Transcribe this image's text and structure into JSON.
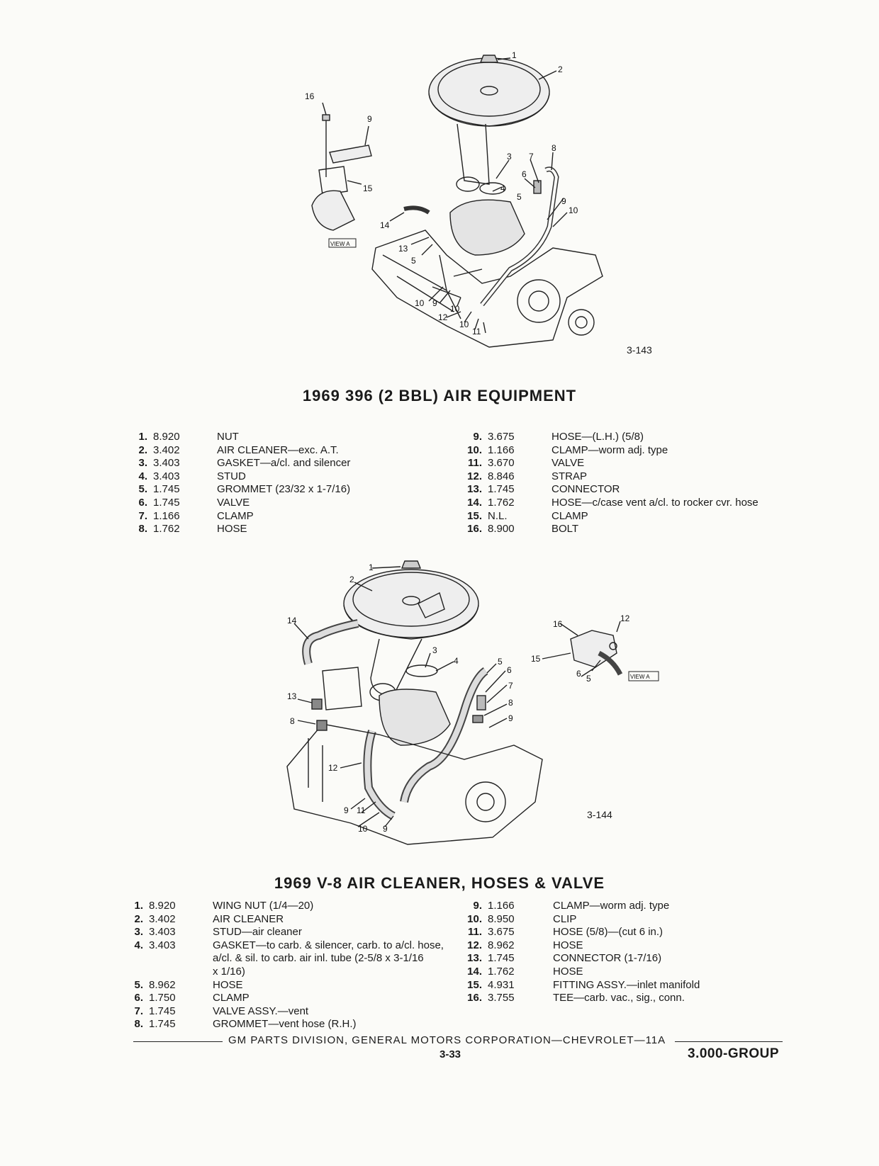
{
  "figure1": {
    "number": "3-143",
    "title": "1969 396 (2 BBL) AIR EQUIPMENT",
    "view_tag": "VIEW A",
    "callouts": [
      "1",
      "2",
      "3",
      "4",
      "5",
      "5",
      "6",
      "7",
      "8",
      "9",
      "9",
      "10",
      "10",
      "10",
      "11",
      "12",
      "13",
      "14",
      "15",
      "16",
      "9",
      "10"
    ]
  },
  "table1": {
    "left": [
      {
        "no": "1.",
        "code": "8.920",
        "desc": "NUT"
      },
      {
        "no": "2.",
        "code": "3.402",
        "desc": "AIR CLEANER—exc. A.T."
      },
      {
        "no": "3.",
        "code": "3.403",
        "desc": "GASKET—a/cl. and silencer"
      },
      {
        "no": "4.",
        "code": "3.403",
        "desc": "STUD"
      },
      {
        "no": "5.",
        "code": "1.745",
        "desc": "GROMMET (23/32 x 1-7/16)"
      },
      {
        "no": "6.",
        "code": "1.745",
        "desc": "VALVE"
      },
      {
        "no": "7.",
        "code": "1.166",
        "desc": "CLAMP"
      },
      {
        "no": "8.",
        "code": "1.762",
        "desc": "HOSE"
      }
    ],
    "right": [
      {
        "no": "9.",
        "code": "3.675",
        "desc": "HOSE—(L.H.) (5/8)"
      },
      {
        "no": "10.",
        "code": "1.166",
        "desc": "CLAMP—worm adj. type"
      },
      {
        "no": "11.",
        "code": "3.670",
        "desc": "VALVE"
      },
      {
        "no": "12.",
        "code": "8.846",
        "desc": "STRAP"
      },
      {
        "no": "13.",
        "code": "1.745",
        "desc": "CONNECTOR"
      },
      {
        "no": "14.",
        "code": "1.762",
        "desc": "HOSE—c/case vent a/cl. to rocker cvr. hose"
      },
      {
        "no": "15.",
        "code": "N.L.",
        "desc": "CLAMP"
      },
      {
        "no": "16.",
        "code": "8.900",
        "desc": "BOLT"
      }
    ]
  },
  "figure2": {
    "number": "3-144",
    "title": "1969 V-8 AIR CLEANER, HOSES & VALVE",
    "view_tag": "VIEW A",
    "callouts": [
      "1",
      "2",
      "3",
      "4",
      "5",
      "6",
      "7",
      "8",
      "9",
      "9",
      "9",
      "10",
      "11",
      "12",
      "13",
      "14",
      "8",
      "16",
      "12",
      "15",
      "6",
      "5"
    ]
  },
  "table2": {
    "left": [
      {
        "no": "1.",
        "code": "8.920",
        "desc": "WING NUT (1/4—20)"
      },
      {
        "no": "2.",
        "code": "3.402",
        "desc": "AIR CLEANER"
      },
      {
        "no": "3.",
        "code": "3.403",
        "desc": "STUD—air cleaner"
      },
      {
        "no": "4.",
        "code": "3.403",
        "desc": "GASKET—to carb. & silencer, carb. to a/cl. hose,"
      },
      {
        "no": "",
        "code": "",
        "desc": "a/cl. & sil. to carb. air inl. tube (2-5/8 x 3-1/16"
      },
      {
        "no": "",
        "code": "",
        "desc": "x 1/16)"
      },
      {
        "no": "5.",
        "code": "8.962",
        "desc": "HOSE"
      },
      {
        "no": "6.",
        "code": "1.750",
        "desc": "CLAMP"
      },
      {
        "no": "7.",
        "code": "1.745",
        "desc": "VALVE ASSY.—vent"
      },
      {
        "no": "8.",
        "code": "1.745",
        "desc": "GROMMET—vent hose (R.H.)"
      }
    ],
    "right": [
      {
        "no": "9.",
        "code": "1.166",
        "desc": "CLAMP—worm adj. type"
      },
      {
        "no": "10.",
        "code": "8.950",
        "desc": "CLIP"
      },
      {
        "no": "11.",
        "code": "3.675",
        "desc": "HOSE (5/8)—(cut 6 in.)"
      },
      {
        "no": "12.",
        "code": "8.962",
        "desc": "HOSE"
      },
      {
        "no": "13.",
        "code": "1.745",
        "desc": "CONNECTOR (1-7/16)"
      },
      {
        "no": "14.",
        "code": "1.762",
        "desc": "HOSE"
      },
      {
        "no": "15.",
        "code": "4.931",
        "desc": "FITTING ASSY.—inlet manifold"
      },
      {
        "no": "16.",
        "code": "3.755",
        "desc": "TEE—carb. vac., sig., conn."
      }
    ]
  },
  "footer": {
    "text": "GM PARTS DIVISION, GENERAL MOTORS CORPORATION—CHEVROLET—11A",
    "page": "3-33",
    "group": "3.000-GROUP"
  }
}
